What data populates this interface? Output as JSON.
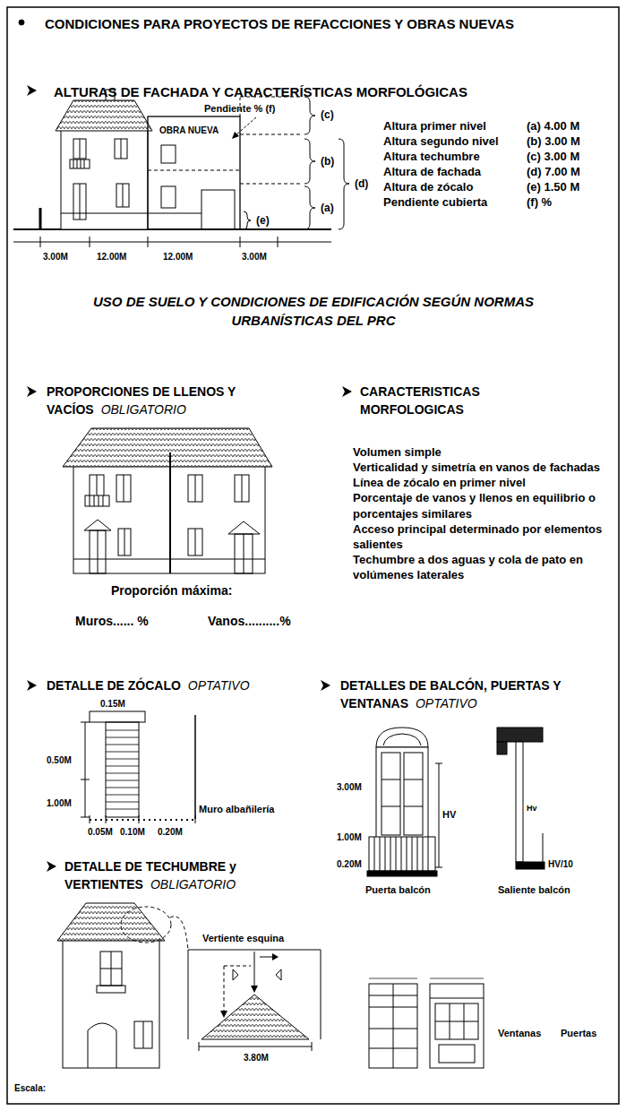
{
  "diagram": {
    "title": "CONDICIONES PARA PROYECTOS DE REFACCIONES Y OBRAS NUEVAS",
    "labels": [
      "ALTURAS DE FACHADA Y CARACTERÍSTICAS MORFOLÓGICAS",
      "Pendiente % (f)",
      "OBRA NUEVA",
      "(c)",
      "(b)",
      "(d)",
      "(a)",
      "(e)",
      "Altura primer nivel",
      "(a) 4.00 M",
      "Altura segundo nivel",
      "(b) 3.00 M",
      "Altura techumbre",
      "(c) 3.00 M",
      "Altura de fachada",
      "(d) 7.00 M",
      "Altura de zócalo",
      "(e) 1.50 M",
      "Pendiente cubierta",
      "(f) %",
      "3.00M",
      "12.00M",
      "12.00M",
      "3.00M",
      "USO DE SUELO Y CONDICIONES DE EDIFICACIÓN SEGÚN NORMAS URBANÍSTICAS DEL PRC",
      "PROPORCIONES DE LLENOS Y VACÍOS",
      "OBLIGATORIO",
      "CARACTERISTICAS MORFOLOGICAS",
      "Volumen simple",
      "Verticalidad y simetría en vanos de fachadas",
      "Línea de zócalo en primer nivel",
      "Porcentaje de vanos y llenos en equilibrio o porcentajes similares",
      "Acceso principal determinado por elementos salientes",
      "Techumbre a dos aguas y cola de pato en volúmenes laterales",
      "Proporción máxima:",
      "Muros...... %",
      "Vanos..........%",
      "DETALLE DE ZÓCALO",
      "OPTATIVO",
      "DETALLES DE BALCÓN, PUERTAS Y VENTANAS",
      "OPTATIVO",
      "0.15M",
      "0.50M",
      "1.00M",
      "Muro albañilería",
      "0.05M",
      "0.10M",
      "0.20M",
      "3.00M",
      "1.00M",
      "0.20M",
      "HV",
      "Hv",
      "HV/10",
      "Puerta balcón",
      "Saliente balcón",
      "DETALLE DE TECHUMBRE y VERTIENTES",
      "OBLIGATORIO",
      "Vertiente esquina",
      "3.80M",
      "Ventanas",
      "Puertas",
      "Escala:"
    ]
  }
}
